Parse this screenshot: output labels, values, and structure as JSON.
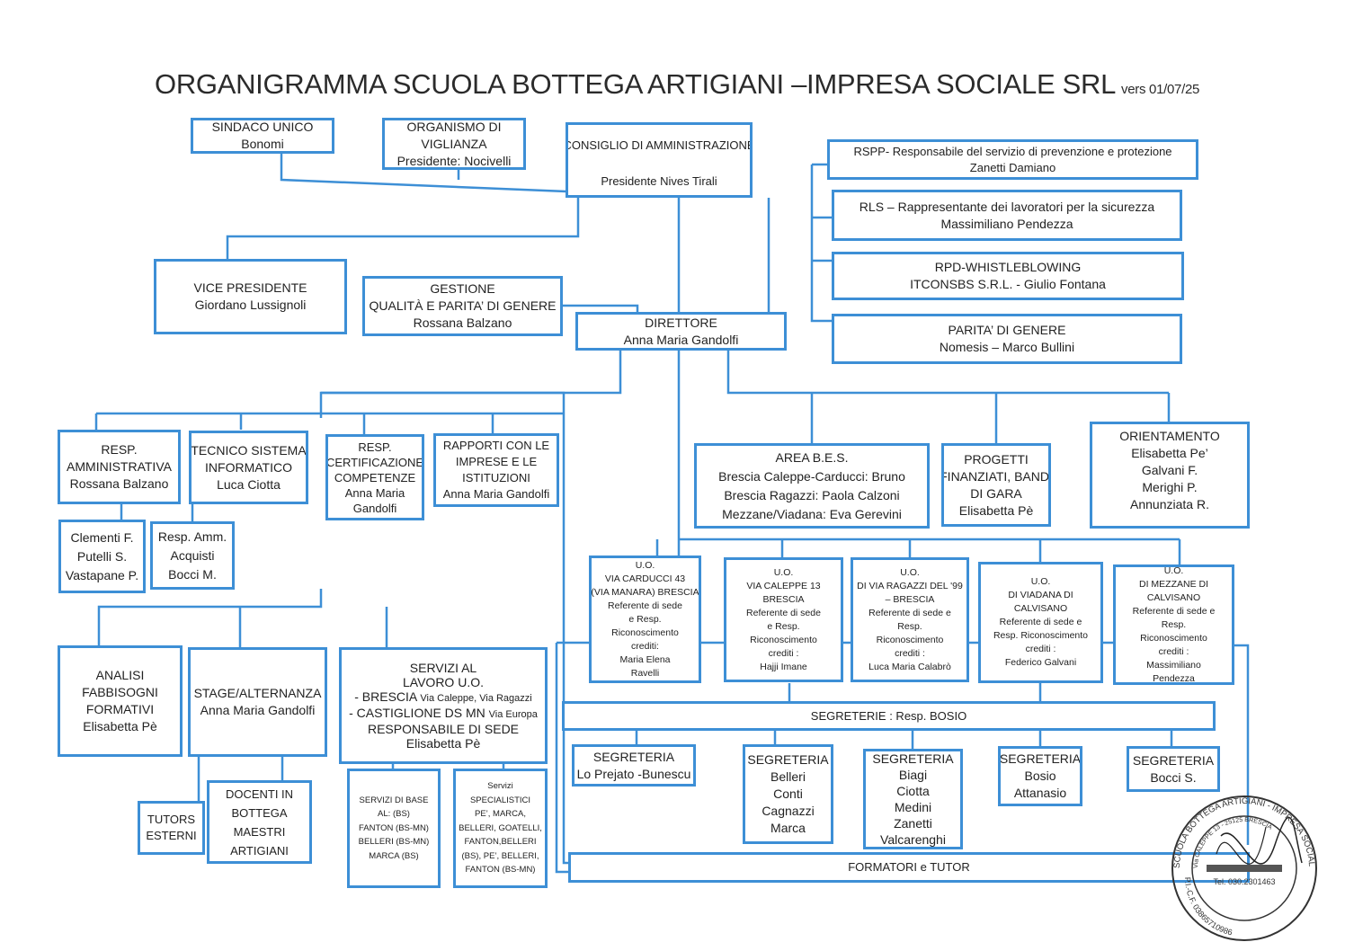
{
  "header": {
    "title": "ORGANIGRAMMA SCUOLA BOTTEGA ARTIGIANI –IMPRESA SOCIALE SRL",
    "version": "vers 01/07/25"
  },
  "nodes": {
    "sindaco": {
      "l1": "SINDACO UNICO",
      "l2": "Bonomi"
    },
    "vigilanza": {
      "l1": "ORGANISMO DI",
      "l2": "VIGLIANZA",
      "l3": "Presidente: Nocivelli"
    },
    "cda": {
      "l1": "CONSIGLIO DI AMMINISTRAZIONE",
      "l2": "Presidente Nives Tirali"
    },
    "rspp": {
      "l1": "RSPP- Responsabile del servizio di prevenzione e protezione",
      "l2": "Zanetti Damiano"
    },
    "rls": {
      "l1": "RLS – Rappresentante dei lavoratori per la  sicurezza",
      "l2": "Massimiliano Pendezza"
    },
    "rpd": {
      "l1": "RPD-WHISTLEBLOWING",
      "l2": "ITCONSBS S.R.L.  - Giulio Fontana"
    },
    "parita": {
      "l1": "PARITA’ DI GENERE",
      "l2": "Nomesis – Marco Bullini"
    },
    "vice": {
      "l1": "VICE PRESIDENTE",
      "l2": "Giordano Lussignoli"
    },
    "gestione": {
      "l1": "GESTIONE",
      "l2": "QUALITÀ E PARITA’ DI GENERE",
      "l3": "Rossana Balzano"
    },
    "direttore": {
      "l1": "DIRETTORE",
      "l2": "Anna Maria Gandolfi"
    },
    "amministrativa": {
      "l1": "RESP.",
      "l2": "AMMINISTRATIVA",
      "l3": "Rossana Balzano"
    },
    "tecnico": {
      "l1": "TECNICO SISTEMA",
      "l2": "INFORMATICO",
      "l3": "Luca Ciotta"
    },
    "certificazione": {
      "l1": "RESP.",
      "l2": "CERTIFICAZIONE",
      "l3": "COMPETENZE",
      "l4": "Anna Maria",
      "l5": "Gandolfi"
    },
    "rapporti": {
      "l1": "RAPPORTI CON LE",
      "l2": "IMPRESE E LE",
      "l3": "ISTITUZIONI",
      "l4": "Anna Maria Gandolfi"
    },
    "clementi": {
      "l1": "Clementi F.",
      "l2": "Putelli S.",
      "l3": "Vastapane P."
    },
    "acquisti": {
      "l1": "Resp. Amm.",
      "l2": "Acquisti",
      "l3": "Bocci M."
    },
    "bes": {
      "l1": "AREA B.E.S.",
      "l2": "Brescia Caleppe-Carducci: Bruno",
      "l3": "Brescia Ragazzi: Paola Calzoni",
      "l4": "Mezzane/Viadana: Eva Gerevini"
    },
    "progetti": {
      "l1": "PROGETTI",
      "l2": "FINANZIATI, BANDI",
      "l3": "DI GARA",
      "l4": "Elisabetta Pè"
    },
    "orientamento": {
      "l1": "ORIENTAMENTO",
      "l2": "Elisabetta Pe’",
      "l3": "Galvani F.",
      "l4": "Merighi P.",
      "l5": "Annunziata R."
    },
    "uo1": {
      "l1": "U.O.",
      "l2": "VIA CARDUCCI 43",
      "l3": "(VIA MANARA) BRESCIA",
      "l4": "Referente di sede",
      "l5": "e Resp.",
      "l6": "Riconoscimento",
      "l7": "crediti:",
      "l8": "Maria Elena",
      "l9": "Ravelli"
    },
    "uo2": {
      "l1": "U.O.",
      "l2": "VIA CALEPPE 13",
      "l3": "BRESCIA",
      "l4": "Referente di sede",
      "l5": "e Resp.",
      "l6": "Riconoscimento",
      "l7": "crediti :",
      "l8": "Hajji Imane"
    },
    "uo3": {
      "l1": "U.O.",
      "l2": "DI VIA RAGAZZI DEL '99",
      "l3": "– BRESCIA",
      "l4": "Referente di sede e",
      "l5": "Resp.",
      "l6": "Riconoscimento",
      "l7": "crediti :",
      "l8": "Luca Maria Calabrò"
    },
    "uo4": {
      "l1": "U.O.",
      "l2": "DI VIADANA DI",
      "l3": "CALVISANO",
      "l4": "Referente di sede e",
      "l5": "Resp. Riconoscimento",
      "l6": "crediti :",
      "l7": "Federico Galvani"
    },
    "uo5": {
      "l1": "U.O.",
      "l2": "DI MEZZANE DI",
      "l3": "CALVISANO",
      "l4": "Referente di sede e",
      "l5": "Resp.",
      "l6": "Riconoscimento",
      "l7": "crediti :",
      "l8": "Massimiliano",
      "l9": "Pendezza"
    },
    "segreterie": {
      "l1": "SEGRETERIE : Resp. BOSIO"
    },
    "seg1": {
      "l1": "SEGRETERIA",
      "l2": "Lo Prejato -Bunescu"
    },
    "seg2": {
      "l1": "SEGRETERIA",
      "l2": "Belleri",
      "l3": "Conti",
      "l4": "Cagnazzi",
      "l5": "Marca"
    },
    "seg3": {
      "l1": "SEGRETERIA",
      "l2": "Biagi",
      "l3": "Ciotta",
      "l4": "Medini",
      "l5": "Zanetti",
      "l6": "Valcarenghi"
    },
    "seg4": {
      "l1": "SEGRETERIA",
      "l2": "Bosio",
      "l3": "Attanasio"
    },
    "seg5": {
      "l1": "SEGRETERIA",
      "l2": "Bocci S."
    },
    "analisi": {
      "l1": "ANALISI",
      "l2": "FABBISOGNI",
      "l3": "FORMATIVI",
      "l4": "Elisabetta Pè"
    },
    "stage": {
      "l1": "STAGE/ALTERNANZA",
      "l2": "Anna Maria Gandolfi"
    },
    "servizi": {
      "l1": "SERVIZI AL",
      "l2": "LAVORO U.O.",
      "l3a": "- BRESCIA",
      "l3b": "Via Caleppe, Via Ragazzi",
      "l4a": "- CASTIGLIONE DS MN",
      "l4b": "Via Europa",
      "l5": "RESPONSABILE DI SEDE",
      "l6": "Elisabetta Pè"
    },
    "tutors": {
      "l1": "TUTORS",
      "l2": "ESTERNI"
    },
    "docenti": {
      "l1": "DOCENTI IN",
      "l2": "BOTTEGA",
      "l3": "MAESTRI",
      "l4": "ARTIGIANI"
    },
    "base": {
      "l1": "SERVIZI DI BASE",
      "l2": "AL:  (BS)",
      "l3": "FANTON (BS-MN)",
      "l4": "BELLERI (BS-MN)",
      "l5": "MARCA (BS)"
    },
    "specialistici": {
      "l1": "Servizi",
      "l2": "SPECIALISTICI",
      "l3": "PE’, MARCA,",
      "l4": "BELLERI, GOATELLI,",
      "l5": "FANTON,BELLERI",
      "l6": "(BS), PE’, BELLERI,",
      "l7": "FANTON (BS-MN)"
    },
    "formatori": {
      "l1": "FORMATORI e TUTOR"
    }
  },
  "stamp": {
    "text": "SCUOLA BOTTEGA ARTIGIANI - IMPRESA SOCIALE S.R.L.",
    "address": "Via CALEPPE 13 - 25125 BRESCIA",
    "phone": "Tel. 030.2301463",
    "piva": "P.I.-C.F. 03865710986"
  },
  "colors": {
    "box_border": "#3d8fd6",
    "line": "#3d8fd6"
  }
}
